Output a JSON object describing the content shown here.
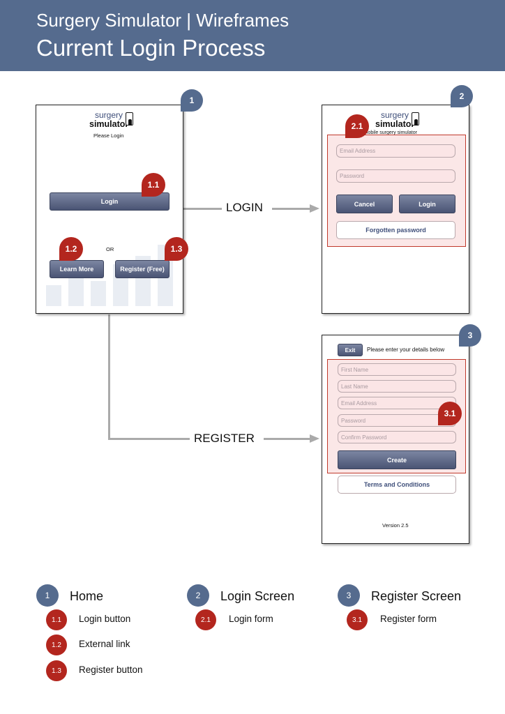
{
  "header": {
    "line1": "Surgery Simulator | Wireframes",
    "line2": "Current Login Process"
  },
  "logo": {
    "line1": "surgery",
    "line2": "simulator"
  },
  "screen1": {
    "badge": "1",
    "subtitle": "Please Login",
    "login_btn": "Login",
    "or_text": "OR",
    "learn_btn": "Learn More",
    "register_btn": "Register (Free)",
    "callouts": [
      "1.1",
      "1.2",
      "1.3"
    ]
  },
  "screen2": {
    "badge": "2",
    "tagline": "the mobile surgery simulator",
    "email_placeholder": "Email Address",
    "password_placeholder": "Password",
    "cancel_btn": "Cancel",
    "login_btn": "Login",
    "forgot_btn": "Forgotten password",
    "callout": "2.1"
  },
  "screen3": {
    "badge": "3",
    "exit_btn": "Exit",
    "instruction": "Please enter your details below",
    "first_name": "First Name",
    "last_name": "Last Name",
    "email": "Email Address",
    "password": "Password",
    "confirm_password": "Confirm Password",
    "create_btn": "Create",
    "terms_btn": "Terms and Conditions",
    "version": "Version 2.5",
    "callout": "3.1"
  },
  "arrows": {
    "login": "LOGIN",
    "register": "REGISTER"
  },
  "legend": {
    "groups": [
      {
        "num": "1",
        "title": "Home",
        "items": [
          {
            "num": "1.1",
            "label": "Login button"
          },
          {
            "num": "1.2",
            "label": "External link"
          },
          {
            "num": "1.3",
            "label": "Register button"
          }
        ]
      },
      {
        "num": "2",
        "title": "Login Screen",
        "items": [
          {
            "num": "2.1",
            "label": "Login form"
          }
        ]
      },
      {
        "num": "3",
        "title": "Register Screen",
        "items": [
          {
            "num": "3.1",
            "label": "Register form"
          }
        ]
      }
    ]
  },
  "colors": {
    "header": "#556b8e",
    "callout_red": "#b3261e",
    "highlight": "#f0a0a0"
  }
}
